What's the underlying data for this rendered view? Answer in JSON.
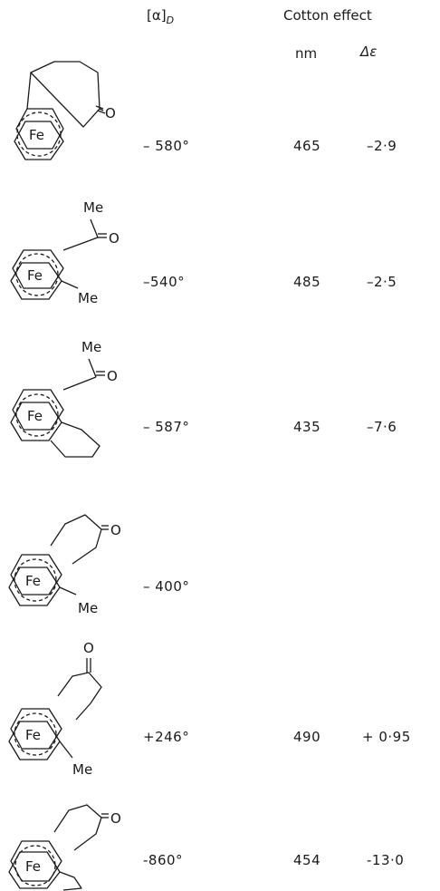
{
  "headers": {
    "rotation": "[α]",
    "rotation_sub": "D",
    "cotton": "Cotton effect",
    "nm": "nm",
    "delta_eps": "Δε"
  },
  "atoms": {
    "fe": "Fe",
    "o": "O",
    "me": "Me"
  },
  "rows": [
    {
      "rotation": "– 580°",
      "nm": "465",
      "de": "–2·9"
    },
    {
      "rotation": "–540°",
      "nm": "485",
      "de": "–2·5"
    },
    {
      "rotation": "– 587°",
      "nm": "435",
      "de": "–7·6"
    },
    {
      "rotation": "– 400°",
      "nm": "",
      "de": ""
    },
    {
      "rotation": "+246°",
      "nm": "490",
      "de": "+ 0·95"
    },
    {
      "rotation": "-860°",
      "nm": "454",
      "de": "-13·0"
    }
  ]
}
